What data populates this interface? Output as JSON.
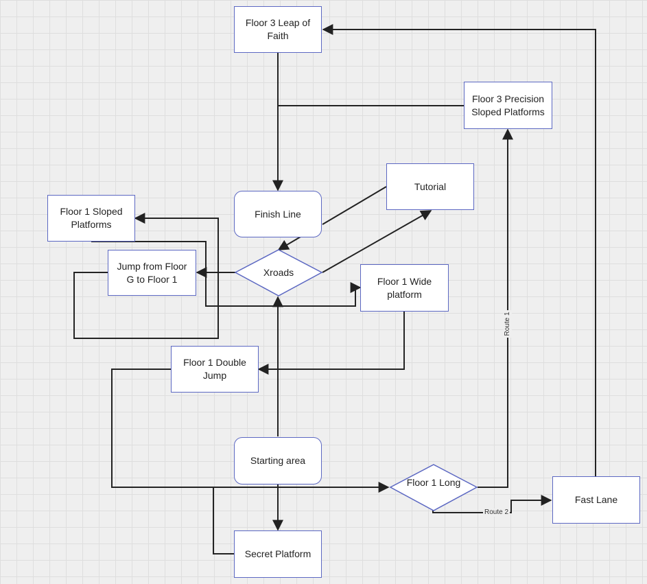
{
  "nodes": {
    "leap_of_faith": "Floor 3 Leap of Faith",
    "precision_sloped": "Floor 3 Precision Sloped Platforms",
    "tutorial": "Tutorial",
    "finish_line": "Finish Line",
    "sloped_platforms": "Floor 1 Sloped Platforms",
    "jump_floor_g": "Jump from Floor G to Floor 1",
    "xroads": "Xroads",
    "wide_platform": "Floor 1 Wide platform",
    "double_jump": "Floor 1 Double Jump",
    "starting_area": "Starting area",
    "floor1_long": "Floor 1 Long",
    "fast_lane": "Fast Lane",
    "secret_platform": "Secret Platform"
  },
  "edge_labels": {
    "route1": "Route 1",
    "route2": "Route 2"
  },
  "colors": {
    "node_border": "#5b67c2",
    "connector": "#222222",
    "background": "#efefef",
    "grid": "#dedede"
  }
}
